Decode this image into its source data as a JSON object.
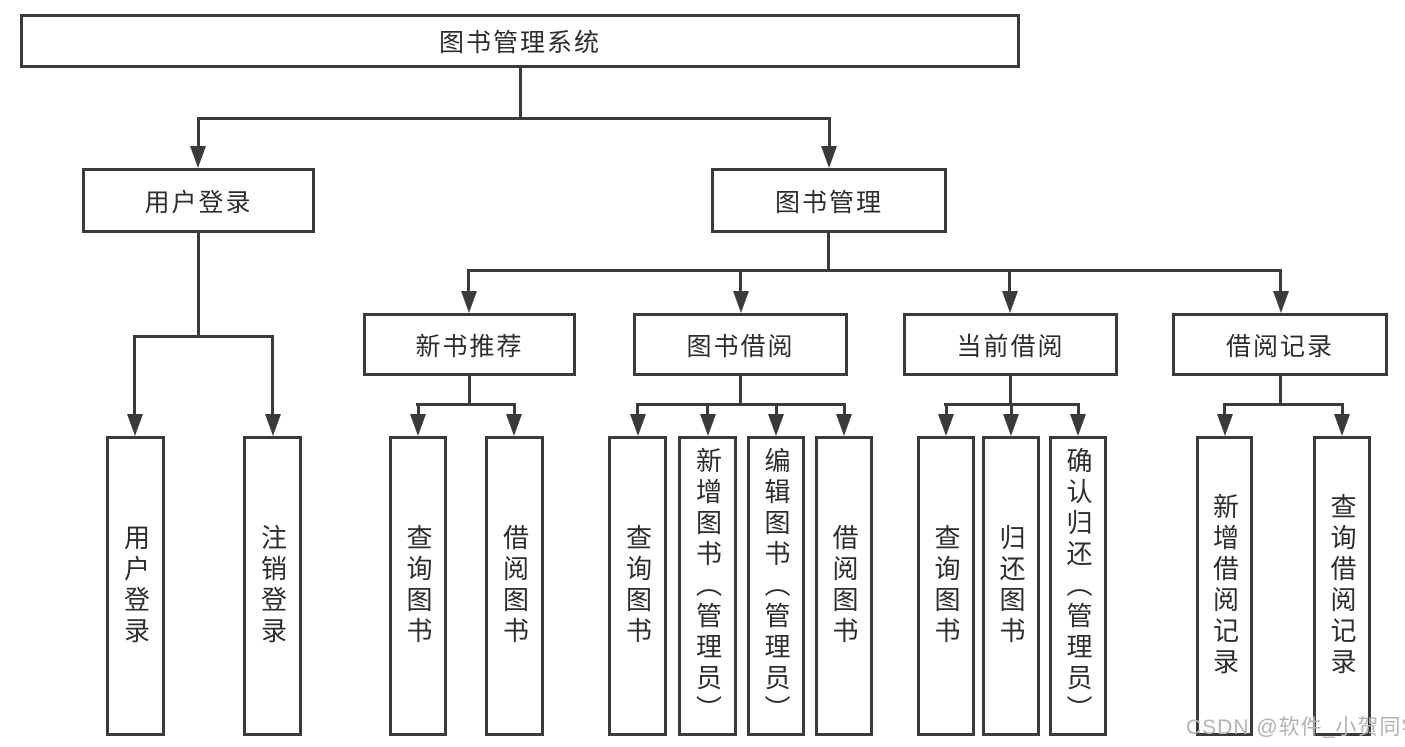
{
  "root": {
    "label": "图书管理系统"
  },
  "level2": {
    "user_login": "用户登录",
    "book_mgmt": "图书管理"
  },
  "level3": {
    "new_books": "新书推荐",
    "book_borrow": "图书借阅",
    "current_borrow": "当前借阅",
    "borrow_records": "借阅记录"
  },
  "leaves": {
    "user_login": [
      "用户登录",
      "注销登录"
    ],
    "new_books": [
      "查询图书",
      "借阅图书"
    ],
    "book_borrow": [
      "查询图书",
      "新增图书（管理员）",
      "编辑图书（管理员）",
      "借阅图书"
    ],
    "current_borrow": [
      "查询图书",
      "归还图书",
      "确认归还（管理员）"
    ],
    "borrow_records": [
      "新增借阅记录",
      "查询借阅记录"
    ]
  },
  "watermark": "CSDN @软件_小贺同学",
  "colors": {
    "line": "#3a3a3a",
    "text": "#2d2d2d",
    "watermark": "#b3b3b3",
    "background": "#ffffff"
  }
}
